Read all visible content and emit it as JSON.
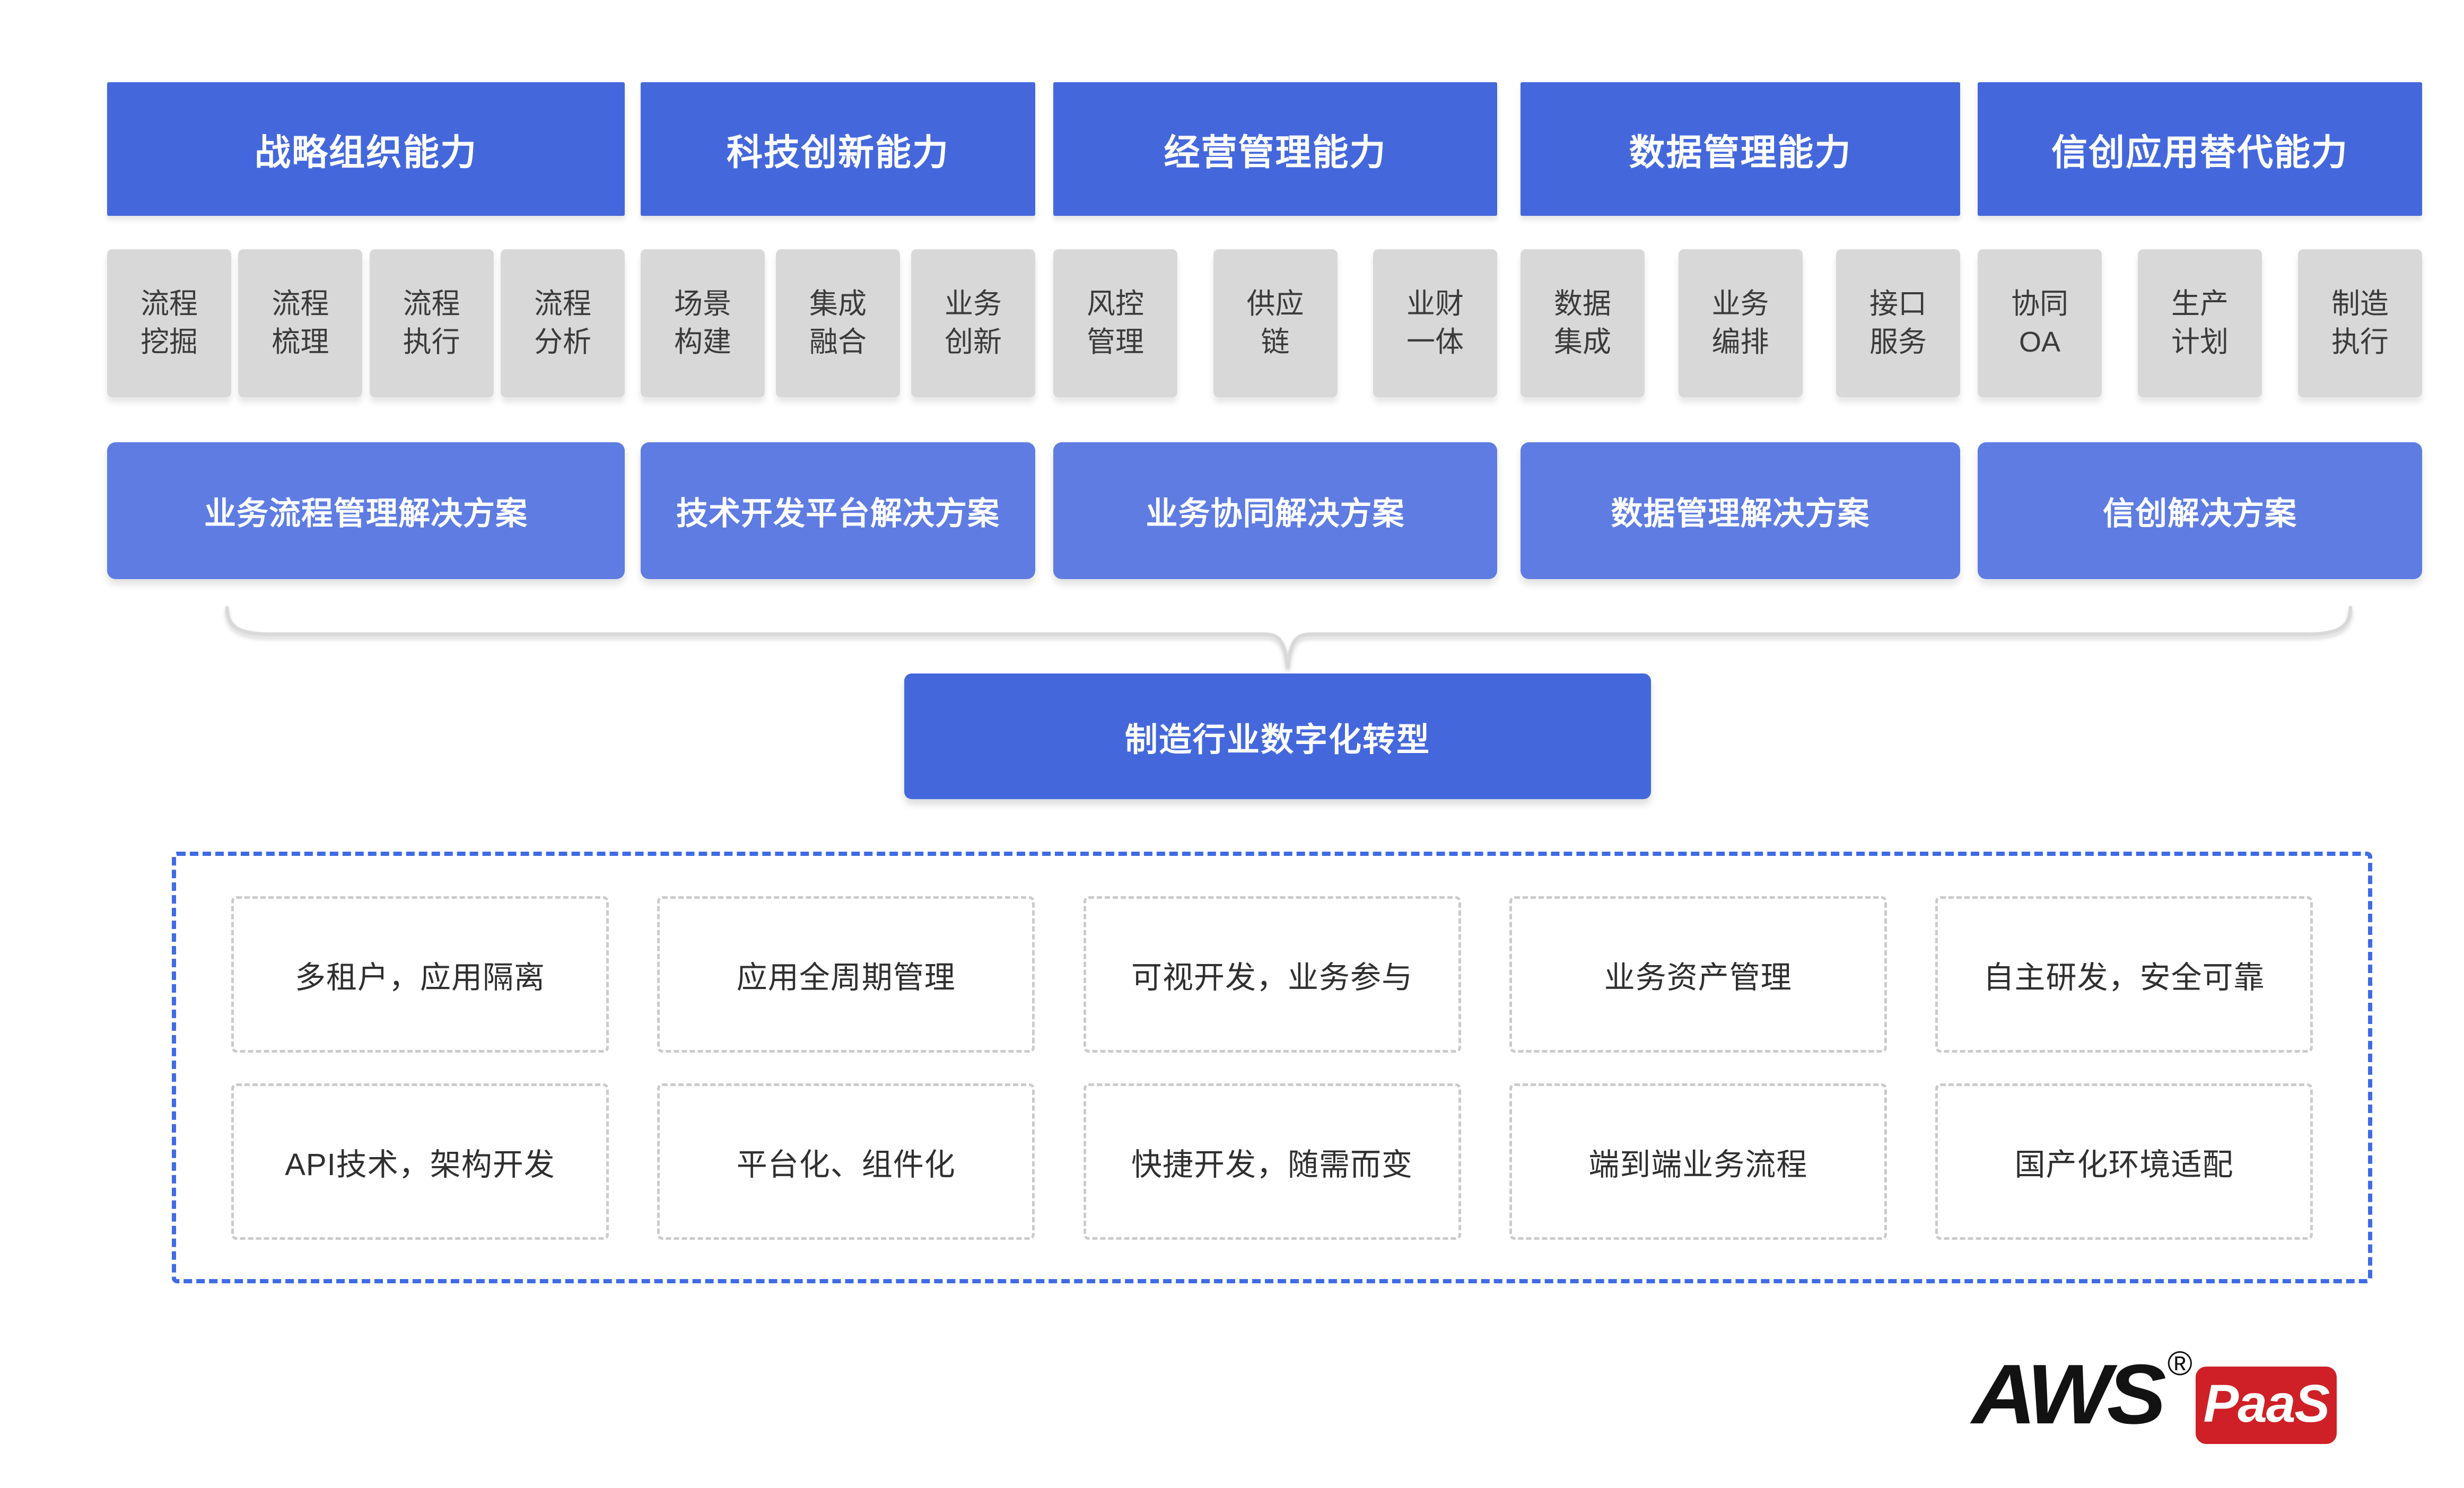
{
  "capabilities": [
    {
      "title": "战略组织能力",
      "items": [
        "流程挖掘",
        "流程梳理",
        "流程执行",
        "流程分析"
      ],
      "solution": "业务流程管理解决方案"
    },
    {
      "title": "科技创新能力",
      "items": [
        "场景构建",
        "集成融合",
        "业务创新"
      ],
      "solution": "技术开发平台解决方案"
    },
    {
      "title": "经营管理能力",
      "items": [
        "风控管理",
        "供应链",
        "业财一体"
      ],
      "solution": "业务协同解决方案"
    },
    {
      "title": "数据管理能力",
      "items": [
        "数据集成",
        "业务编排",
        "接口服务"
      ],
      "solution": "数据管理解决方案"
    },
    {
      "title": "信创应用替代能力",
      "items": [
        "协同OA",
        "生产计划",
        "制造执行"
      ],
      "solution": "信创解决方案"
    }
  ],
  "target": {
    "label": "制造行业数字化转型"
  },
  "features": {
    "rows": [
      [
        "多租户，应用隔离",
        "应用全周期管理",
        "可视开发，业务参与",
        "业务资产管理",
        "自主研发，安全可靠"
      ],
      [
        "API技术，架构开发",
        "平台化、组件化",
        "快捷开发，随需而变",
        "端到端业务流程",
        "国产化环境适配"
      ]
    ]
  },
  "logo": {
    "brand": "AWS",
    "registered": "®",
    "product": "PaaS"
  },
  "colors": {
    "header_blue": "#4468DC",
    "solution_blue": "#5E7CE2",
    "target_blue": "#4468DC",
    "panel_dash_blue": "#3F6BE4",
    "subbox_gray": "#D8D8D8",
    "subbox_text": "#3B3B3B",
    "feature_border": "#CBCBCB",
    "feature_text": "#2F2F2F",
    "brace_gray": "#D9D9D9",
    "logo_black": "#121212",
    "logo_red": "#CE2026"
  }
}
